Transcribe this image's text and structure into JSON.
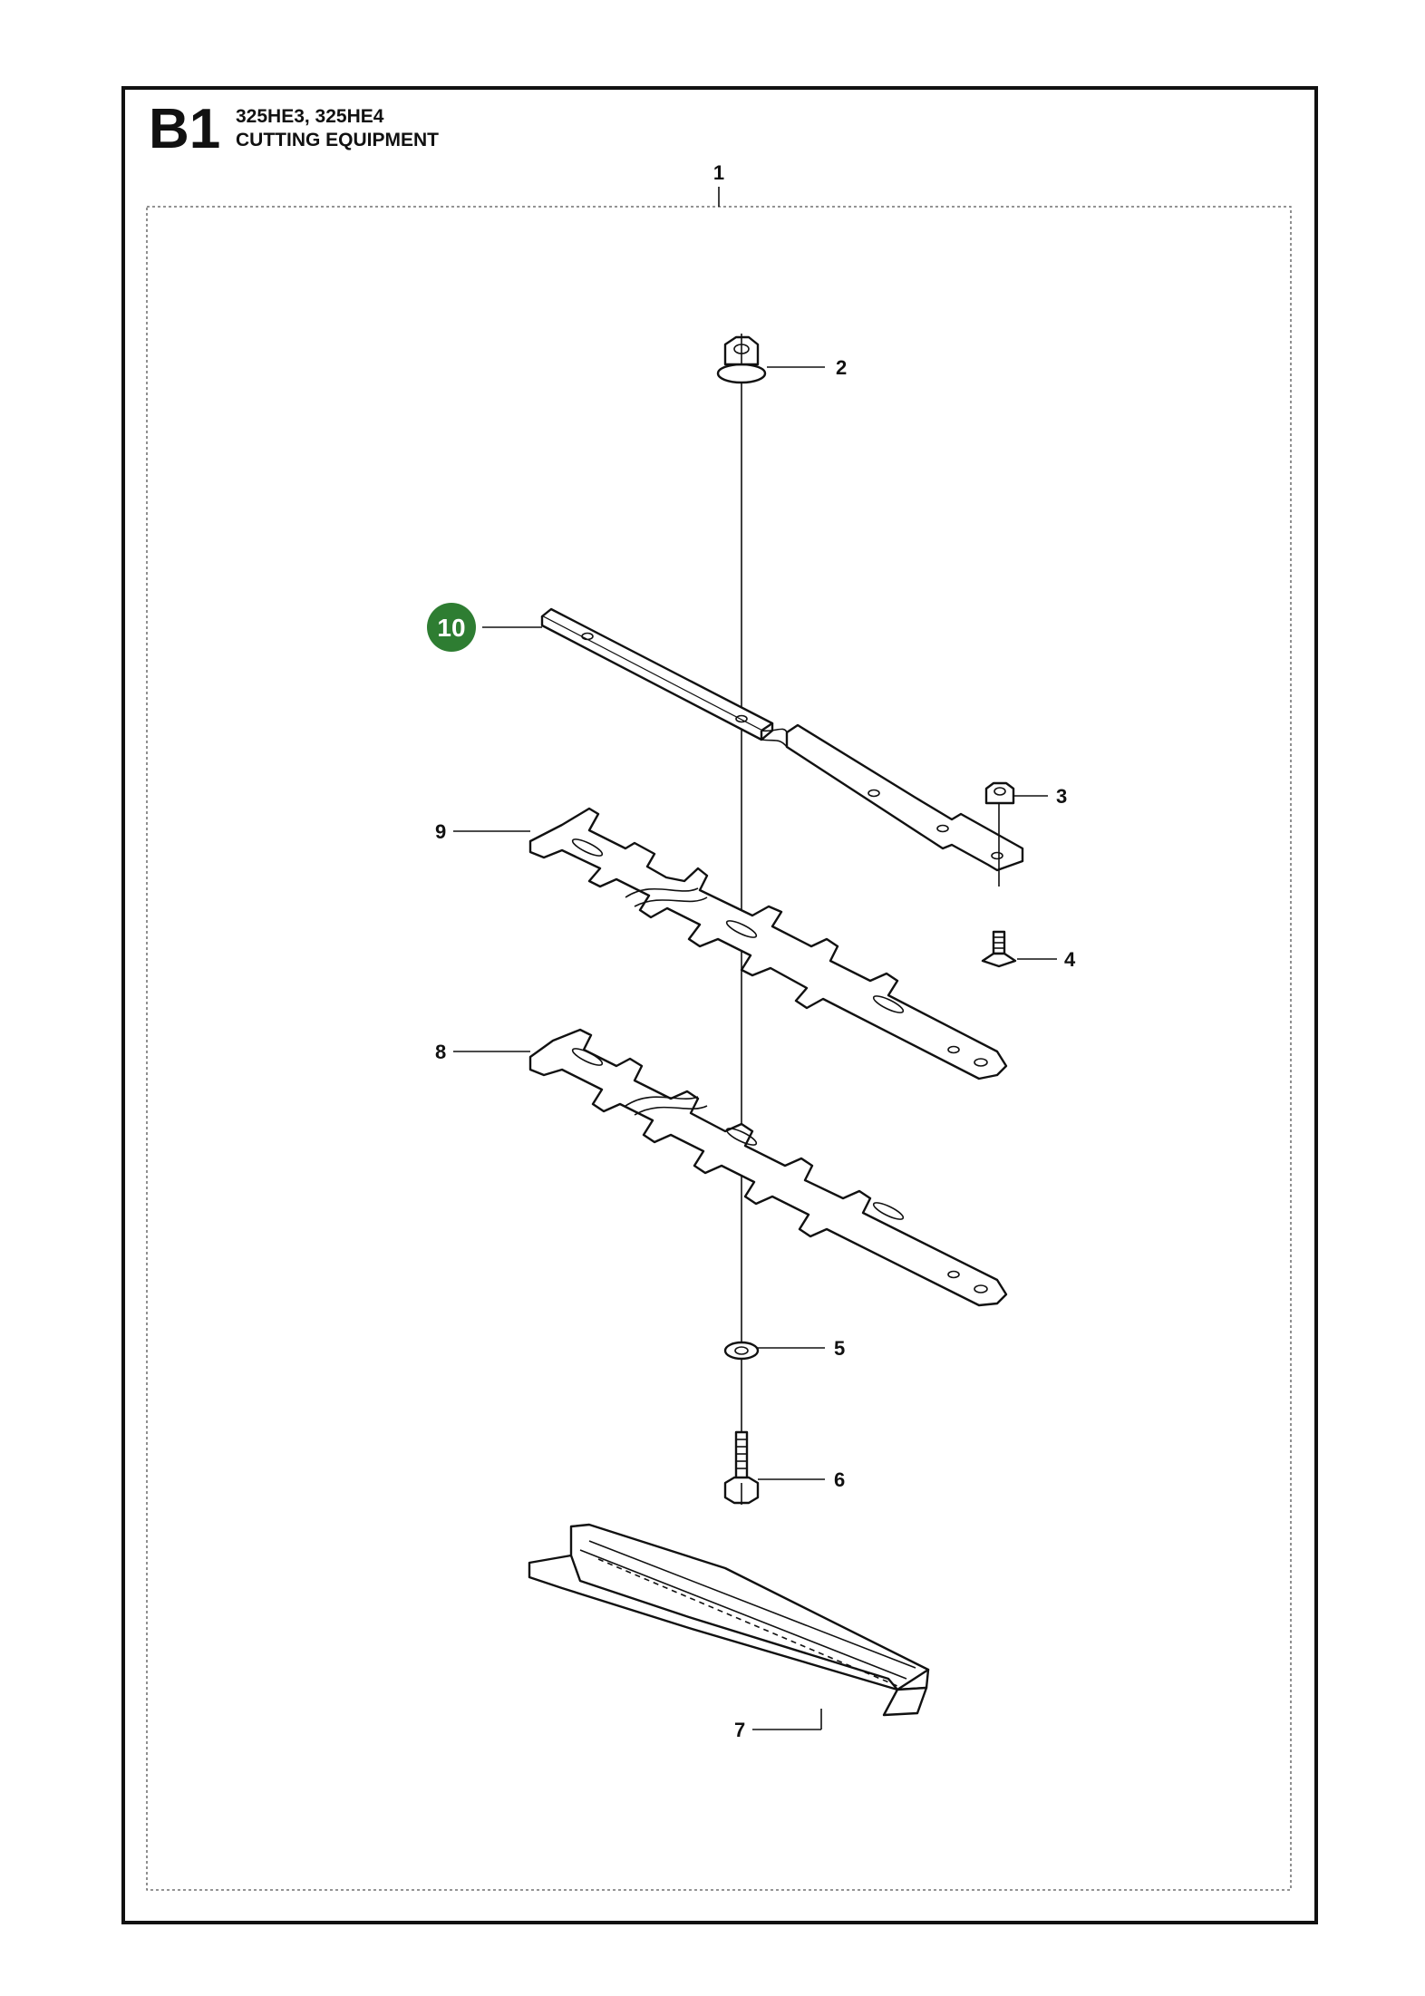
{
  "header": {
    "section_code": "B1",
    "models": "325HE3, 325HE4",
    "title": "CUTTING EQUIPMENT"
  },
  "colors": {
    "line": "#111111",
    "highlight_badge": "#2e7d32",
    "highlight_text": "#ffffff"
  },
  "callouts": {
    "c1": "1",
    "c2": "2",
    "c3": "3",
    "c4": "4",
    "c5": "5",
    "c6": "6",
    "c7": "7",
    "c8": "8",
    "c9": "9",
    "c10": "10"
  },
  "highlighted_callout": "10"
}
